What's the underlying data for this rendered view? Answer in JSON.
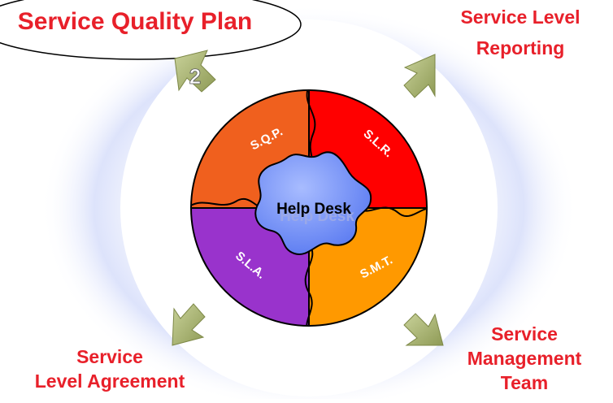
{
  "title": "Service Quality Plan",
  "step_number": "2",
  "center": {
    "label": "Help Desk"
  },
  "pieces": {
    "sqp": "S.Q.P.",
    "slr": "S.L.R.",
    "sla": "S.L.A.",
    "smt": "S.M.T."
  },
  "labels": {
    "top_right": [
      "Service Level",
      "Reporting"
    ],
    "bottom_left": [
      "Service",
      "Level Agreement"
    ],
    "bottom_right": [
      "Service",
      "Management",
      "Team"
    ]
  },
  "colors": {
    "sqp": "#f0601e",
    "slr": "#ff0000",
    "sla": "#9933cc",
    "smt": "#ff9900",
    "help_desk": "#6f8fff",
    "label_red": "#e8202a",
    "arrow_green": "#a8b270"
  }
}
